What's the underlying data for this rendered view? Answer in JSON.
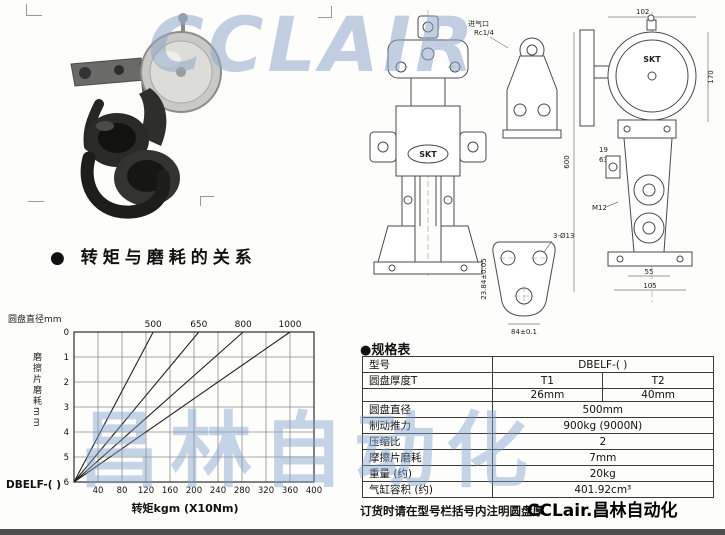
{
  "watermarks": {
    "top": "CCLAIR",
    "middle": "昌林自动化",
    "bottom_right": "CCLair.昌林自动化"
  },
  "headings": {
    "torque_section": "●  转矩与磨耗的关系",
    "spec_section": "●规格表"
  },
  "chart_data": {
    "type": "line",
    "title": "转矩与磨耗的关系",
    "xlabel": "转矩kgm (X10Nm)",
    "ylabel": "磨擦片磨耗mm",
    "top_label": "圆盘直径mm",
    "model_label": "DBELF-( )",
    "x_range": [
      0,
      400
    ],
    "x_ticks": [
      40,
      80,
      120,
      160,
      200,
      240,
      280,
      320,
      360,
      400
    ],
    "y_range": [
      0,
      6
    ],
    "y_ticks": [
      0,
      1,
      2,
      3,
      4,
      5,
      6
    ],
    "y_direction": "down",
    "grid": true,
    "series_label_position": "top",
    "series": [
      {
        "name": "500",
        "points": [
          [
            0,
            6
          ],
          [
            132,
            0
          ]
        ]
      },
      {
        "name": "650",
        "points": [
          [
            0,
            6
          ],
          [
            208,
            0
          ]
        ]
      },
      {
        "name": "800",
        "points": [
          [
            0,
            6
          ],
          [
            282,
            0
          ]
        ]
      },
      {
        "name": "1000",
        "points": [
          [
            0,
            6
          ],
          [
            360,
            0
          ]
        ]
      }
    ]
  },
  "spec_table": {
    "model": {
      "label": "型号",
      "value": "DBELF-( )"
    },
    "thickness": {
      "label": "圆盘厚度T",
      "t1": "T1",
      "t2": "T2"
    },
    "thickness_values": {
      "t1": "26mm",
      "t2": "40mm"
    },
    "diameter": {
      "label": "圆盘直径",
      "value": "500mm"
    },
    "thrust": {
      "label": "制动推力",
      "value": "900kg (9000N)"
    },
    "ratio": {
      "label": "压缩比",
      "value": "2"
    },
    "pad_wear": {
      "label": "摩擦片磨耗",
      "value": "7mm"
    },
    "weight": {
      "label": "重量 (约)",
      "value": "20kg"
    },
    "cylinder_volume": {
      "label": "气缸容积 (约)",
      "value": "401.92cm³"
    }
  },
  "order_note": "订货时请在型号栏括号内注明圆盘厚",
  "drawings": {
    "brand": "SKT",
    "air_inlet": {
      "label": "进气口",
      "size": "Rc1/4"
    },
    "base_detail": {
      "holes": "3-Ø13",
      "hole_spacing": "84±0.1",
      "offset": "23.84±0.05"
    },
    "side_view": {
      "dim_top": "102",
      "dim_right": "170",
      "dim_left": "600",
      "dim_step1": "19",
      "dim_step2": "63",
      "thread": "M12",
      "dim_bottom1": "55",
      "dim_bottom2": "105"
    }
  }
}
